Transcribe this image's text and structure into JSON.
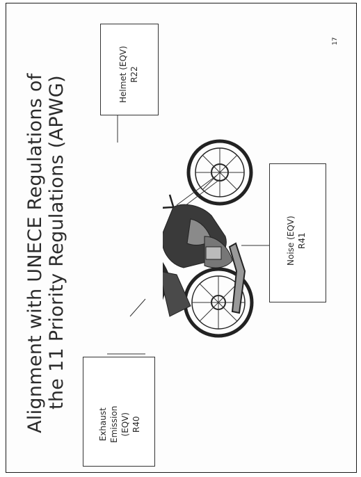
{
  "slide": {
    "title_line1": "Alignment with UNECE Regulations of",
    "title_line2": "the 11 Priority Regulations (APWG)",
    "page_number": "17"
  },
  "callouts": {
    "helmet": {
      "line1": "Helmet (EQV)",
      "line2": "R22"
    },
    "noise": {
      "line1": "Noise (EQV)",
      "line2": "R41"
    },
    "exhaust": {
      "line1": "Exhaust",
      "line2": "Emission",
      "line3": "(EQV)",
      "line4": "R40"
    }
  },
  "illustration": {
    "icon": "motorcycle-illustration"
  }
}
